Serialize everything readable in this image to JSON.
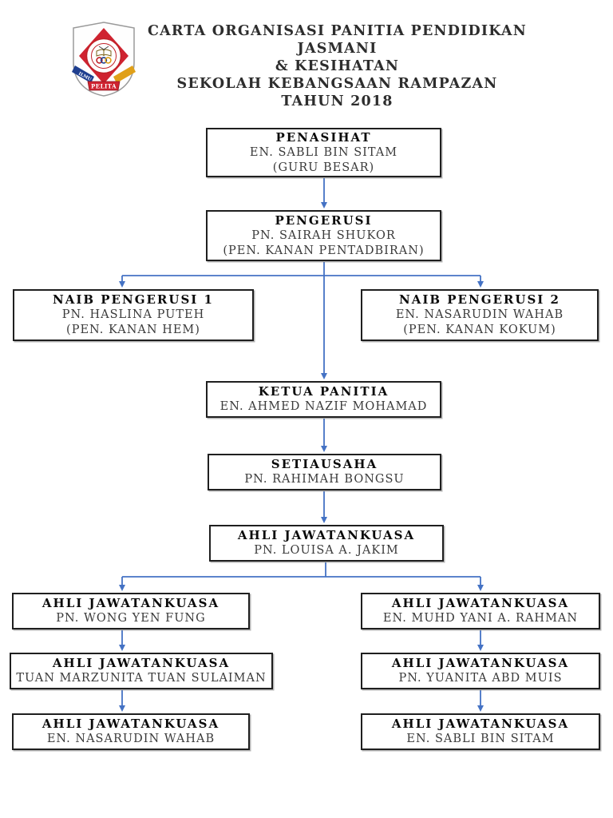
{
  "page": {
    "background_color": "#ffffff",
    "connector_color": "#4472c4",
    "box_border_color": "#1f1f1f"
  },
  "header": {
    "title_lines": [
      "CARTA ORGANISASI PANITIA PENDIDIKAN JASMANI",
      "& KESIHATAN",
      "SEKOLAH KEBANGSAAN RAMPAZAN",
      "TAHUN 2018"
    ],
    "logo": {
      "name": "school-crest",
      "banner_text": "PELITA",
      "ribbon_left_text": "ILMU"
    }
  },
  "chart": {
    "penasihat": {
      "title": "PENASIHAT",
      "line1": "EN. SABLI BIN SITAM",
      "line2": "(GURU BESAR)"
    },
    "pengerusi": {
      "title": "PENGERUSI",
      "line1": "PN. SAIRAH SHUKOR",
      "line2": "(PEN. KANAN PENTADBIRAN)"
    },
    "naib1": {
      "title": "NAIB PENGERUSI 1",
      "line1": "PN. HASLINA PUTEH",
      "line2": "(PEN. KANAN HEM)"
    },
    "naib2": {
      "title": "NAIB PENGERUSI 2",
      "line1": "EN. NASARUDIN WAHAB",
      "line2": "(PEN. KANAN KOKUM)"
    },
    "ketua": {
      "title": "KETUA PANITIA",
      "line1": "EN. AHMED NAZIF MOHAMAD"
    },
    "setiausaha": {
      "title": "SETIAUSAHA",
      "line1": "PN. RAHIMAH BONGSU"
    },
    "ajk_utama": {
      "title": "AHLI JAWATANKUASA",
      "line1": "PN. LOUISA A. JAKIM"
    },
    "ajk_left": [
      {
        "title": "AHLI JAWATANKUASA",
        "line1": "PN. WONG YEN FUNG"
      },
      {
        "title": "AHLI JAWATANKUASA",
        "line1": "TUAN MARZUNITA TUAN SULAIMAN"
      },
      {
        "title": "AHLI JAWATANKUASA",
        "line1": "EN. NASARUDIN WAHAB"
      }
    ],
    "ajk_right": [
      {
        "title": "AHLI JAWATANKUASA",
        "line1": "EN. MUHD YANI A. RAHMAN"
      },
      {
        "title": "AHLI JAWATANKUASA",
        "line1": "PN. YUANITA ABD MUIS"
      },
      {
        "title": "AHLI JAWATANKUASA",
        "line1": "EN. SABLI BIN SITAM"
      }
    ]
  }
}
